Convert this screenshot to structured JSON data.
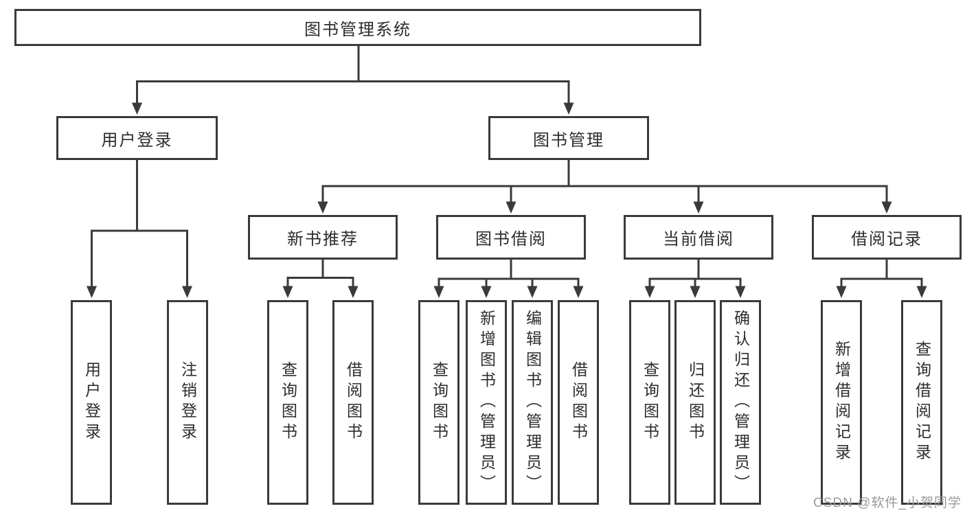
{
  "colors": {
    "background": "#ffffff",
    "line": "#3a3a3a",
    "box_border": "#3a3a3a",
    "text": "#2d2d2d",
    "watermark": "#9a9a9a"
  },
  "tree": {
    "root": "图书管理系统",
    "children": [
      {
        "label": "用户登录",
        "children": [
          "用户登录",
          "注销登录"
        ]
      },
      {
        "label": "图书管理",
        "children": [
          {
            "label": "新书推荐",
            "children": [
              "查询图书",
              "借阅图书"
            ]
          },
          {
            "label": "图书借阅",
            "children": [
              "查询图书",
              "新增图书（管理员）",
              "编辑图书（管理员）",
              "借阅图书"
            ]
          },
          {
            "label": "当前借阅",
            "children": [
              "查询图书",
              "归还图书",
              "确认归还（管理员）"
            ]
          },
          {
            "label": "借阅记录",
            "children": [
              "新增借阅记录",
              "查询借阅记录"
            ]
          }
        ]
      }
    ]
  },
  "watermark": "CSDN @软件_小贺同学"
}
